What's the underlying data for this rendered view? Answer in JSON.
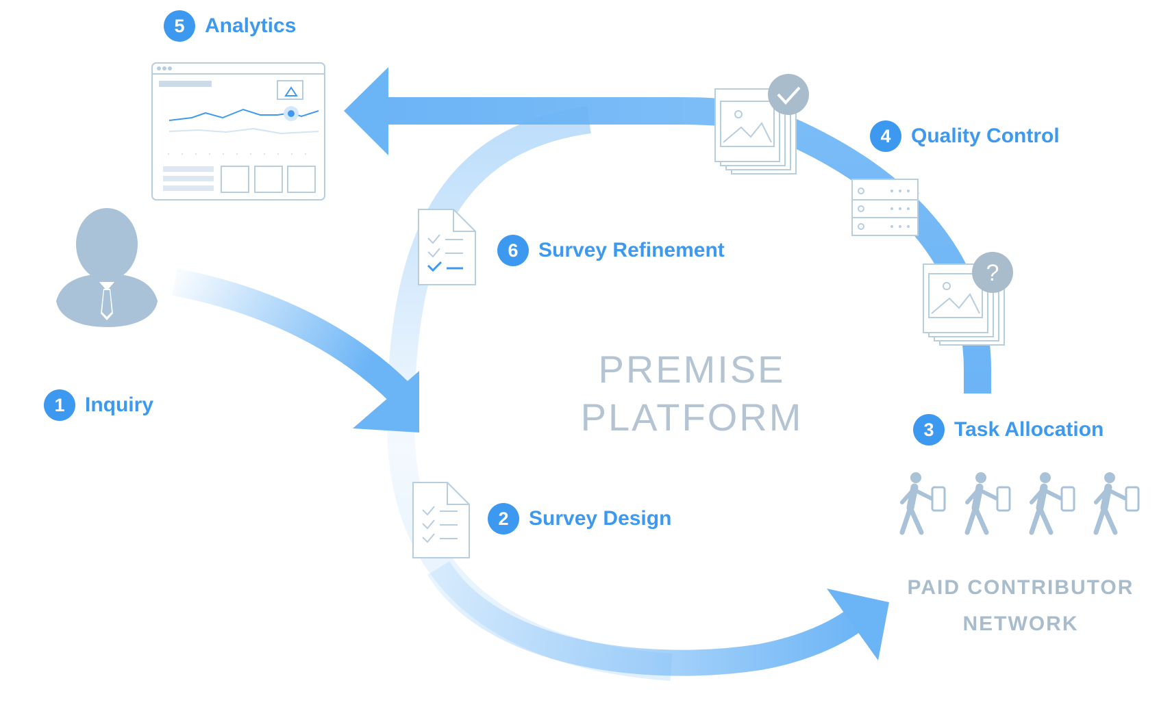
{
  "center": {
    "line1": "PREMISE",
    "line2": "PLATFORM"
  },
  "network": {
    "line1": "PAID CONTRIBUTOR",
    "line2": "NETWORK"
  },
  "steps": [
    {
      "number": "1",
      "label": "Inquiry"
    },
    {
      "number": "2",
      "label": "Survey Design"
    },
    {
      "number": "3",
      "label": "Task Allocation"
    },
    {
      "number": "4",
      "label": "Quality Control"
    },
    {
      "number": "5",
      "label": "Analytics"
    },
    {
      "number": "6",
      "label": "Survey Refinement"
    }
  ],
  "colors": {
    "accent": "#3d99f0",
    "arrow": "#6bb4f6",
    "icon": "#a9c2d8",
    "text_muted": "#b4c4d3"
  },
  "icons": [
    "person-icon",
    "dashboard-icon",
    "checklist-icon",
    "image-stack-check-icon",
    "server-icon",
    "image-stack-question-icon",
    "walking-person-phone-icon"
  ]
}
